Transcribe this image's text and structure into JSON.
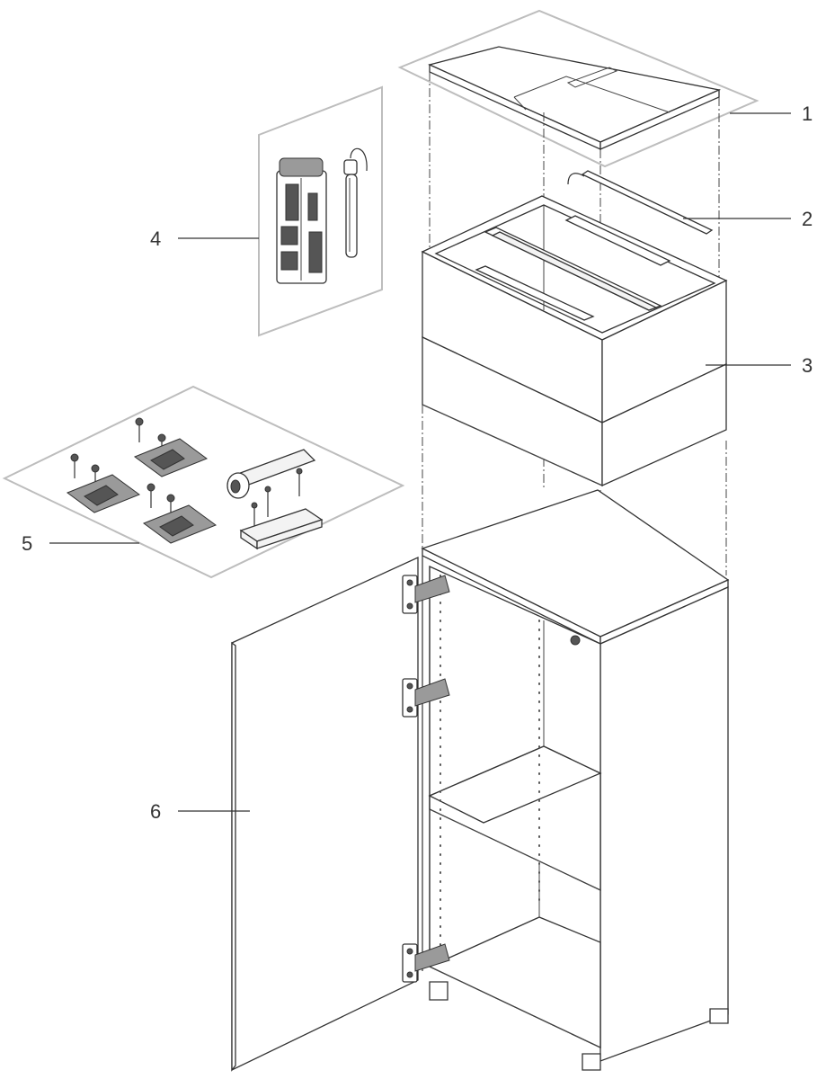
{
  "callouts": [
    {
      "id": "1"
    },
    {
      "id": "2"
    },
    {
      "id": "3"
    },
    {
      "id": "4"
    },
    {
      "id": "5"
    },
    {
      "id": "6"
    }
  ],
  "colors": {
    "line": "#333333",
    "group_box": "#bdbdbd",
    "background": "#ffffff"
  }
}
